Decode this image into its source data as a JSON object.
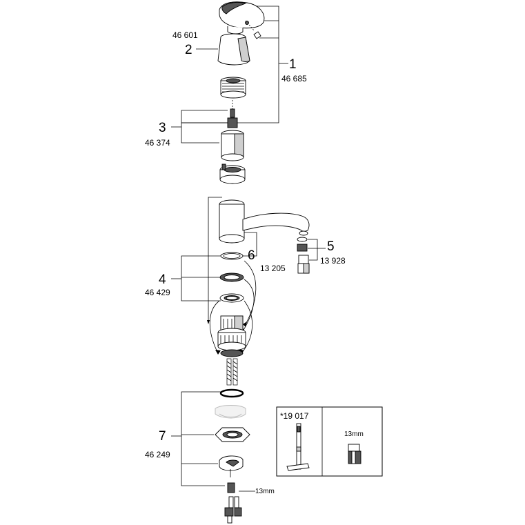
{
  "callouts": {
    "c1": {
      "num": "1",
      "part": "46 685"
    },
    "c2": {
      "num": "2",
      "part": "46 601"
    },
    "c3": {
      "num": "3",
      "part": "46 374"
    },
    "c4": {
      "num": "4",
      "part": "46 429"
    },
    "c5": {
      "num": "5",
      "part": "13 928"
    },
    "c6": {
      "num": "6",
      "part": "13 205"
    },
    "c7": {
      "num": "7",
      "part": "46 249"
    }
  },
  "nut_size_label": "13mm",
  "tool_box": {
    "tool_part": "*19 017",
    "wrench_size": "13mm"
  }
}
